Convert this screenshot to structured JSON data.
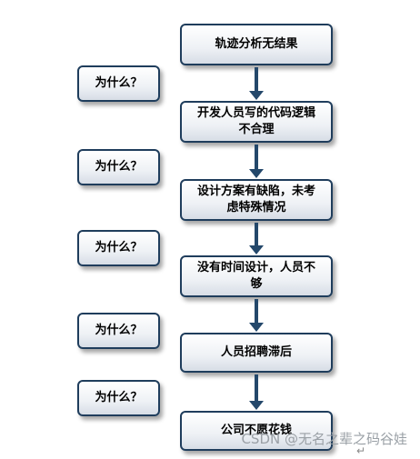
{
  "steps": [
    "轨迹分析无结果",
    "开发人员写的代码逻辑不合理",
    "设计方案有缺陷，未考虑特殊情况",
    "没有时间设计，人员不够",
    "人员招聘滞后",
    "公司不愿花钱"
  ],
  "why_label": "为什么？",
  "watermark": "CSDN @无名之辈之码谷娃",
  "return_glyph": "↵",
  "colors": {
    "border": "#1f3d5c",
    "arrow": "#24486b"
  }
}
